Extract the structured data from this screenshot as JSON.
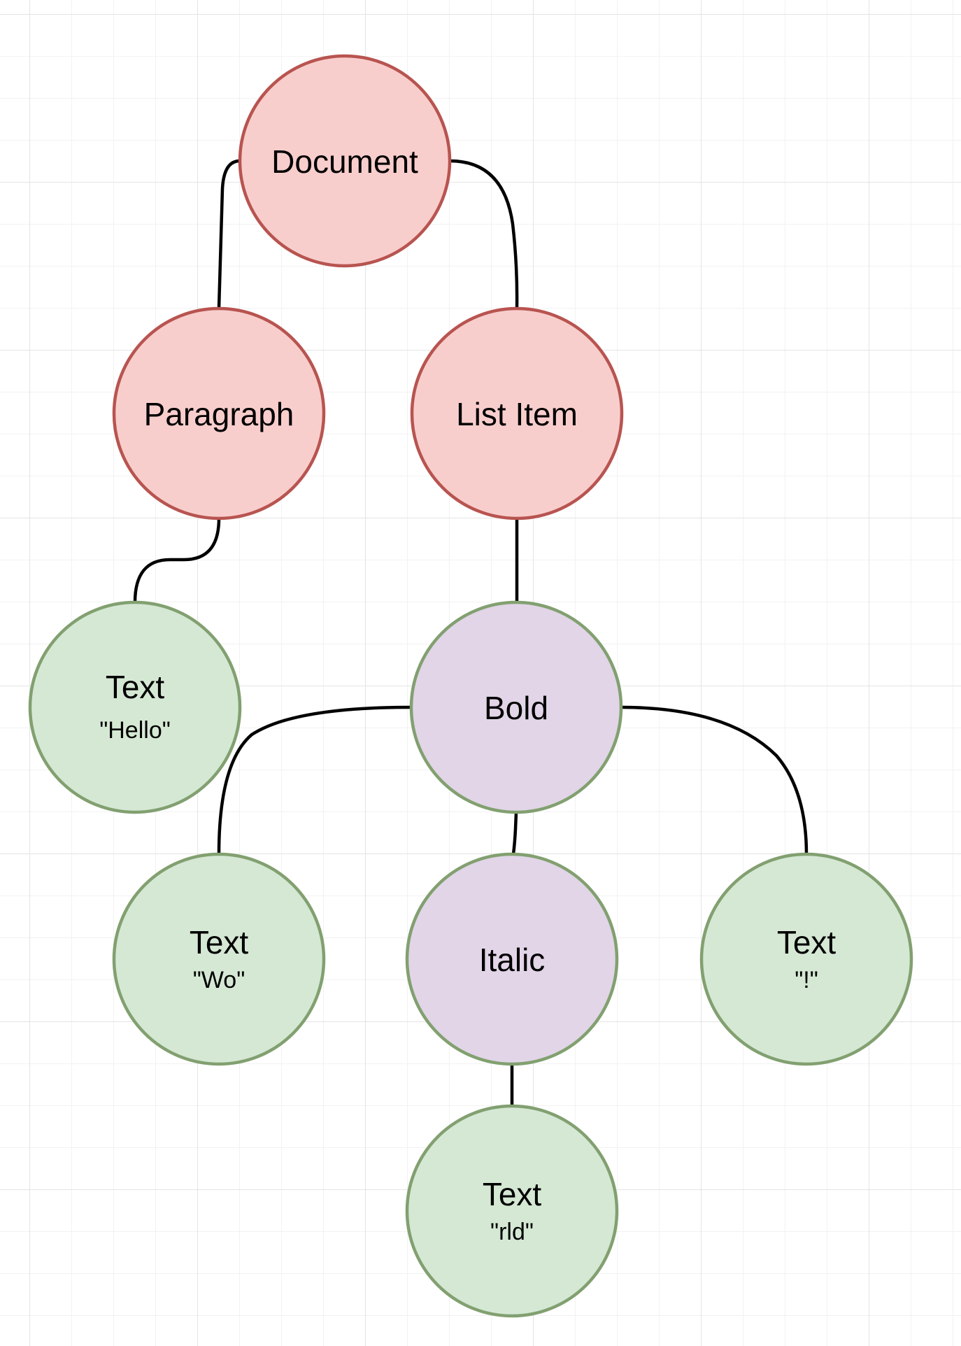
{
  "colors": {
    "block_fill": "#f8cecc",
    "block_stroke": "#b85450",
    "inline_fill": "#e1d5e7",
    "inline_stroke": "#82a070",
    "text_fill": "#d5e8d4",
    "text_stroke": "#82a070",
    "edge": "#000000"
  },
  "nodes": {
    "document": {
      "title": "Document",
      "kind": "block"
    },
    "paragraph": {
      "title": "Paragraph",
      "kind": "block"
    },
    "list_item": {
      "title": "List Item",
      "kind": "block"
    },
    "text_hello": {
      "title": "Text",
      "value": "\"Hello\"",
      "kind": "text"
    },
    "bold": {
      "title": "Bold",
      "kind": "inline"
    },
    "text_wo": {
      "title": "Text",
      "value": "\"Wo\"",
      "kind": "text"
    },
    "italic": {
      "title": "Italic",
      "kind": "inline"
    },
    "text_bang": {
      "title": "Text",
      "value": "\"!\"",
      "kind": "text"
    },
    "text_rld": {
      "title": "Text",
      "value": "\"rld\"",
      "kind": "text"
    }
  },
  "edges": [
    {
      "from": "document",
      "to": "paragraph"
    },
    {
      "from": "document",
      "to": "list_item"
    },
    {
      "from": "paragraph",
      "to": "text_hello"
    },
    {
      "from": "list_item",
      "to": "bold"
    },
    {
      "from": "bold",
      "to": "text_wo"
    },
    {
      "from": "bold",
      "to": "italic"
    },
    {
      "from": "bold",
      "to": "text_bang"
    },
    {
      "from": "italic",
      "to": "text_rld"
    }
  ]
}
